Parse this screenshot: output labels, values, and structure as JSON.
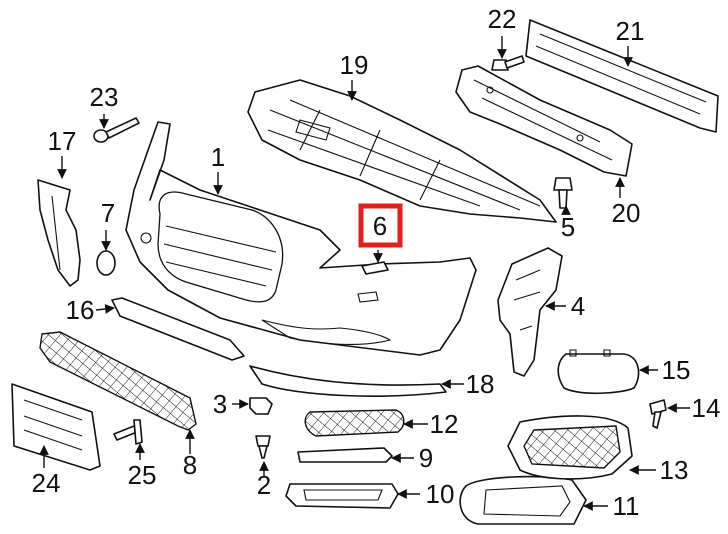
{
  "diagram": {
    "highlight_color": "#e0201b",
    "highlighted_callout": "6",
    "callouts": [
      "1",
      "2",
      "3",
      "4",
      "5",
      "6",
      "7",
      "8",
      "9",
      "10",
      "11",
      "12",
      "13",
      "14",
      "15",
      "16",
      "17",
      "18",
      "19",
      "20",
      "21",
      "22",
      "23",
      "24",
      "25"
    ]
  }
}
